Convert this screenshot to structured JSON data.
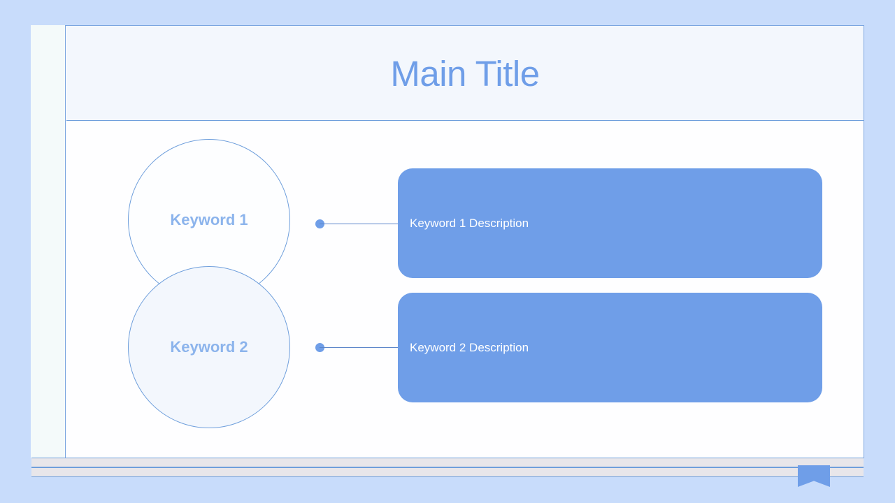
{
  "slide": {
    "header": {
      "title": "Main Title"
    },
    "items": [
      {
        "keyword": "Keyword 1",
        "description": "Keyword 1 Description"
      },
      {
        "keyword": "Keyword 2",
        "description": "Keyword 2 Description"
      }
    ],
    "colors": {
      "canvas_background": "#c8dcfb",
      "frame_background": "#ffffff",
      "header_band": "#f3f7fd",
      "border": "#6f9fdc",
      "accent": "#6f9ee8",
      "title_text": "#6f9ee8",
      "keyword_text": "#8cb4ec",
      "description_text": "#ffffff",
      "circle_1_fill": "#fdfeff",
      "circle_2_fill": "#f3f7fd",
      "footer_bar": "#e8e6ea",
      "left_rail": "#f4fafa"
    }
  }
}
